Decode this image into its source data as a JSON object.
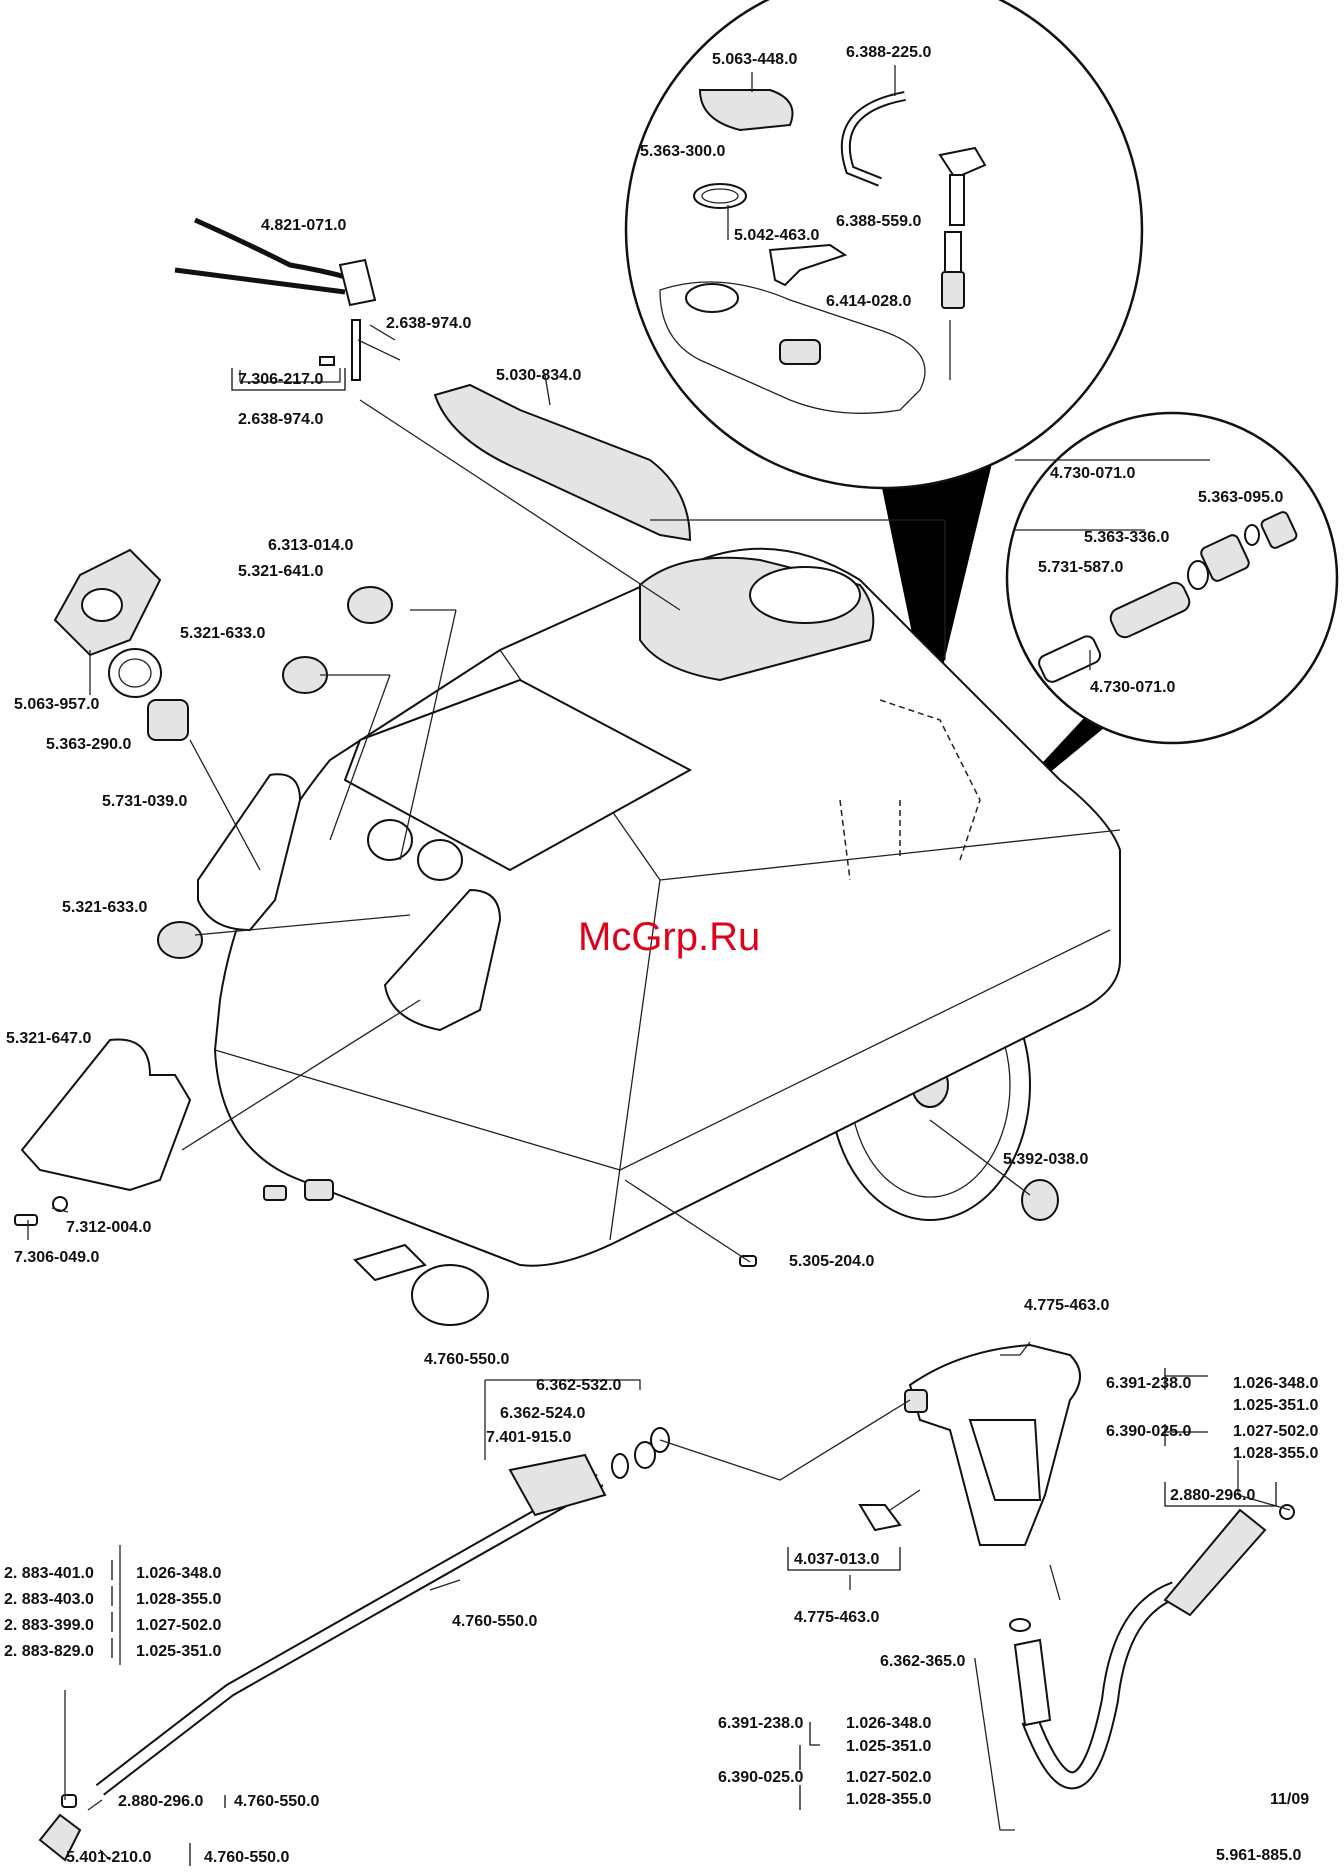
{
  "watermark": "McGrp.Ru",
  "date_code": "11/09",
  "doc_number": "5.961-885.0",
  "labels": {
    "p5_063_448": "5.063-448.0",
    "p6_388_225": "6.388-225.0",
    "p5_363_300": "5.363-300.0",
    "p6_388_559": "6.388-559.0",
    "p5_042_463": "5.042-463.0",
    "p6_414_028": "6.414-028.0",
    "p4_821_071": "4.821-071.0",
    "p2_638_974_a": "2.638-974.0",
    "p7_306_217": "7.306-217.0",
    "p2_638_974_b": "2.638-974.0",
    "p5_030_834": "5.030-834.0",
    "p4_730_071_a": "4.730-071.0",
    "p5_363_095": "5.363-095.0",
    "p5_363_336": "5.363-336.0",
    "p5_731_587": "5.731-587.0",
    "p4_730_071_b": "4.730-071.0",
    "p6_313_014": "6.313-014.0",
    "p5_321_641": "5.321-641.0",
    "p5_321_633_a": "5.321-633.0",
    "p5_063_957": "5.063-957.0",
    "p5_363_290": "5.363-290.0",
    "p5_731_039": "5.731-039.0",
    "p5_321_633_b": "5.321-633.0",
    "p5_321_647": "5.321-647.0",
    "p7_312_004": "7.312-004.0",
    "p7_306_049": "7.306-049.0",
    "p5_392_038": "5.392-038.0",
    "p5_305_204": "5.305-204.0",
    "p4_775_463_a": "4.775-463.0",
    "p6_391_238_a": "6.391-238.0",
    "p1_026_348_a": "1.026-348.0",
    "p1_025_351_a": "1.025-351.0",
    "p6_390_025_a": "6.390-025.0",
    "p1_027_502_a": "1.027-502.0",
    "p1_028_355_a": "1.028-355.0",
    "p2_880_296_a": "2.880-296.0",
    "p4_760_550_a": "4.760-550.0",
    "p6_362_532": "6.362-532.0",
    "p6_362_524": "6.362-524.0",
    "p7_401_915": "7.401-915.0",
    "p4_037_013": "4.037-013.0",
    "p4_775_463_b": "4.775-463.0",
    "p6_362_365": "6.362-365.0",
    "p6_391_238_b": "6.391-238.0",
    "p1_026_348_b": "1.026-348.0",
    "p1_025_351_b": "1.025-351.0",
    "p6_390_025_b": "6.390-025.0",
    "p1_027_502_b": "1.027-502.0",
    "p1_028_355_b": "1.028-355.0",
    "p4_760_550_b": "4.760-550.0",
    "p2_883_401": "2. 883-401.0",
    "p1_026_348_c": "1.026-348.0",
    "p2_883_403": "2. 883-403.0",
    "p1_028_355_c": "1.028-355.0",
    "p2_883_399": "2. 883-399.0",
    "p1_027_502_c": "1.027-502.0",
    "p2_883_829": "2. 883-829.0",
    "p1_025_351_c": "1.025-351.0",
    "p2_880_296_b": "2.880-296.0",
    "p4_760_550_c": "4.760-550.0",
    "p5_401_210": "5.401-210.0",
    "p4_760_550_d": "4.760-550.0"
  }
}
